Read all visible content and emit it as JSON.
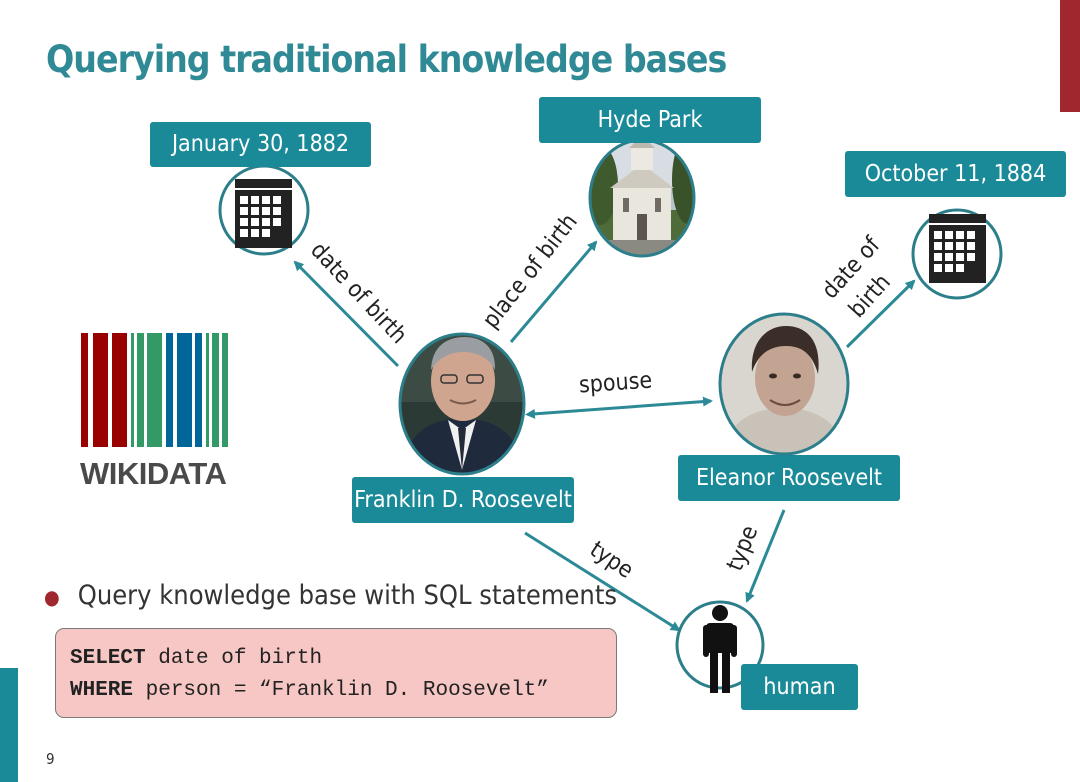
{
  "slide": {
    "title": "Querying traditional knowledge bases",
    "page_number": "9"
  },
  "nodes": {
    "fdr_birth_date": "January 30, 1882",
    "hyde_park": "Hyde Park",
    "eleanor_birth_date": "October 11, 1884",
    "fdr": "Franklin D. Roosevelt",
    "eleanor": "Eleanor Roosevelt",
    "human": "human"
  },
  "edges": {
    "date_of_birth_fdr": "date of birth",
    "place_of_birth": "place of birth",
    "date_of_birth_eleanor_line1": "date of",
    "date_of_birth_eleanor_line2": "birth",
    "spouse": "spouse",
    "type_fdr": "type",
    "type_eleanor": "type"
  },
  "logo": {
    "text": "WIKIDATA",
    "stripe_colors": [
      "#990000",
      "#339966",
      "#006699"
    ]
  },
  "bullet": {
    "text": "Query knowledge base with SQL statements"
  },
  "sql": {
    "line1_keyword": "SELECT",
    "line1_rest": " date of birth",
    "line2_keyword": "WHERE",
    "line2_rest": " person = “Franklin D. Roosevelt”"
  },
  "colors": {
    "teal": "#1b8a98",
    "title": "#2f8a95",
    "accent_red": "#a0272d",
    "sql_background": "#f7c7c5"
  }
}
